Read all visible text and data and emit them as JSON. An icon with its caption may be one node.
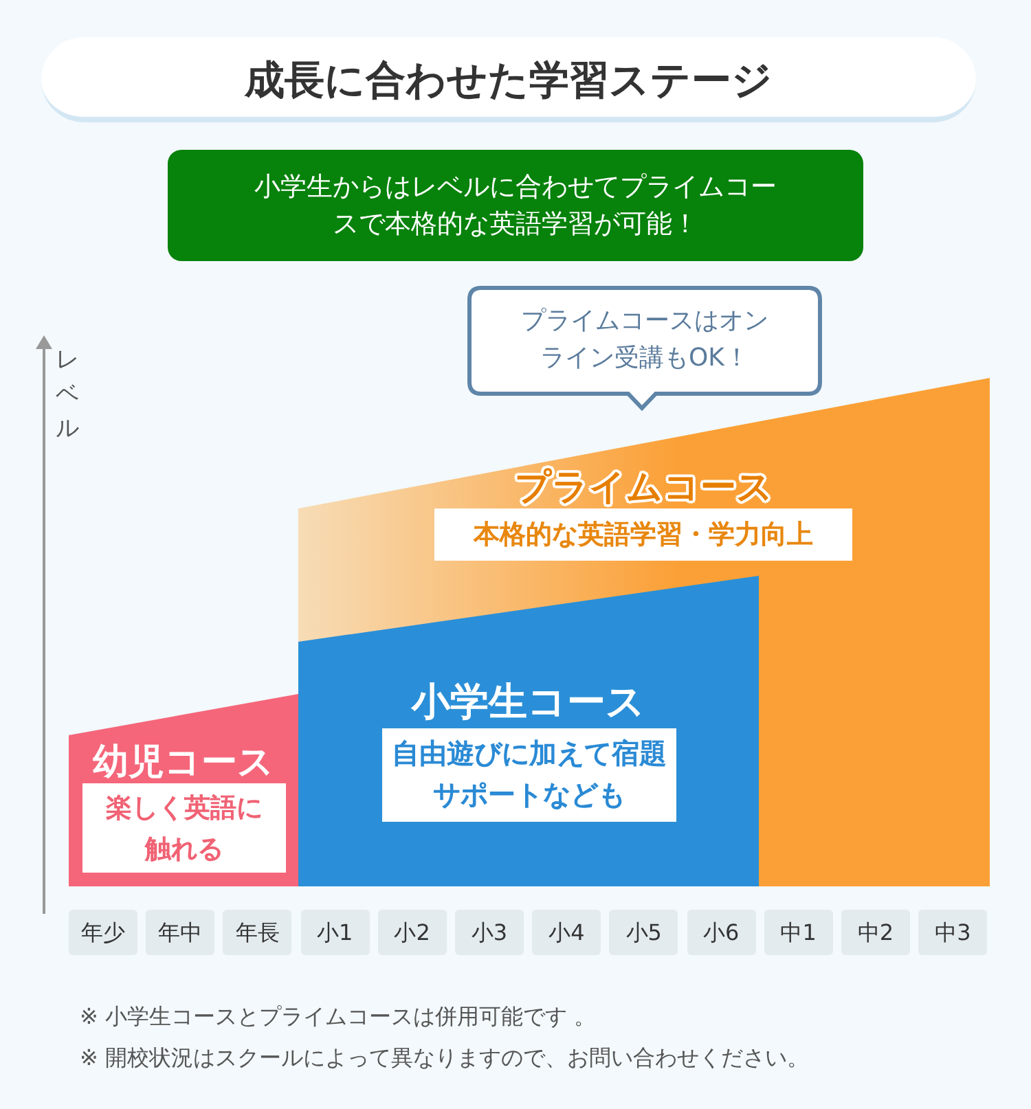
{
  "diagram": {
    "title": "成長に合わせた学習ステージ",
    "nodes": [
      {
        "text": [
          "小学生からはレベルに合わせてプライムコースで本格的な英語学習が可能！"
        ]
      },
      {
        "text": [
          "プライムコースはオンライン受講もOK！"
        ]
      },
      {
        "text": [
          "幼児コース",
          "楽しく英語に触れる"
        ]
      },
      {
        "text": [
          "プライムコース",
          "本格的な英語学習・学力向上"
        ]
      },
      {
        "text": [
          "小学生コース",
          "自由遊びに加えて宿題サポートなども"
        ],
        "in": 3
      }
    ],
    "labels": [
      "レベル",
      "年少",
      "年中",
      "年長",
      "小1",
      "小2",
      "小3",
      "小4",
      "小5",
      "小6",
      "中1",
      "中2",
      "中3",
      "※ 小学生コースとプライムコースは併用可能です 。",
      "※ 開校状況はスクールによって異なりますので、お問い合わせください。"
    ]
  }
}
